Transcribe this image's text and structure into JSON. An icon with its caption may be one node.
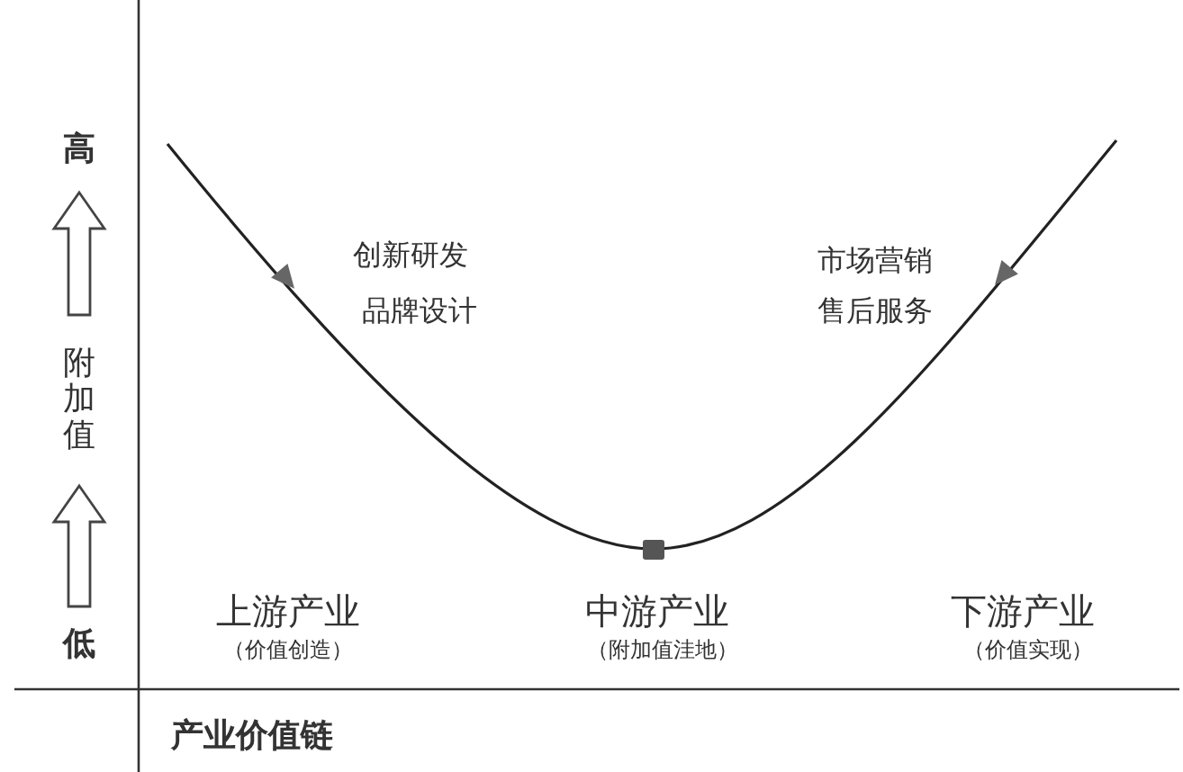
{
  "diagram": {
    "labels": [
      "高",
      "附加值",
      "低",
      "创新研发",
      "品牌设计",
      "市场营销",
      "售后服务",
      "上游产业",
      "（价值创造）",
      "中游产业",
      "（附加值洼地）",
      "下游产业",
      "（价值实现）",
      "产业价值链"
    ]
  }
}
